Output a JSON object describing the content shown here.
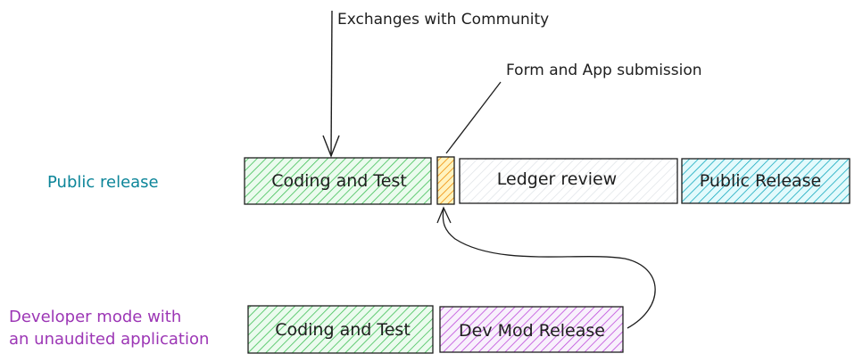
{
  "rows": {
    "public": {
      "label": "Public release",
      "color": "#0c8599",
      "boxes": {
        "coding": "Coding and Test",
        "review": "Ledger review",
        "release": "Public Release"
      }
    },
    "developer": {
      "label_line1": "Developer mode with",
      "label_line2": "an unaudited application",
      "color": "#9c36b5",
      "boxes": {
        "coding": "Coding and Test",
        "release": "Dev Mod Release"
      }
    }
  },
  "annotations": {
    "exchanges": "Exchanges with Community",
    "submission": "Form and App submission"
  },
  "colors": {
    "green_fill": "#b2f2bb",
    "green_hatch": "#40c057",
    "orange_fill": "#ffec99",
    "orange_hatch": "#f08c00",
    "gray_hatch": "#ced4da",
    "teal_fill": "#99e9f2",
    "teal_hatch": "#15aabf",
    "purple_fill": "#eebefa",
    "purple_hatch": "#be4bdb",
    "stroke": "#1e1e1e"
  }
}
